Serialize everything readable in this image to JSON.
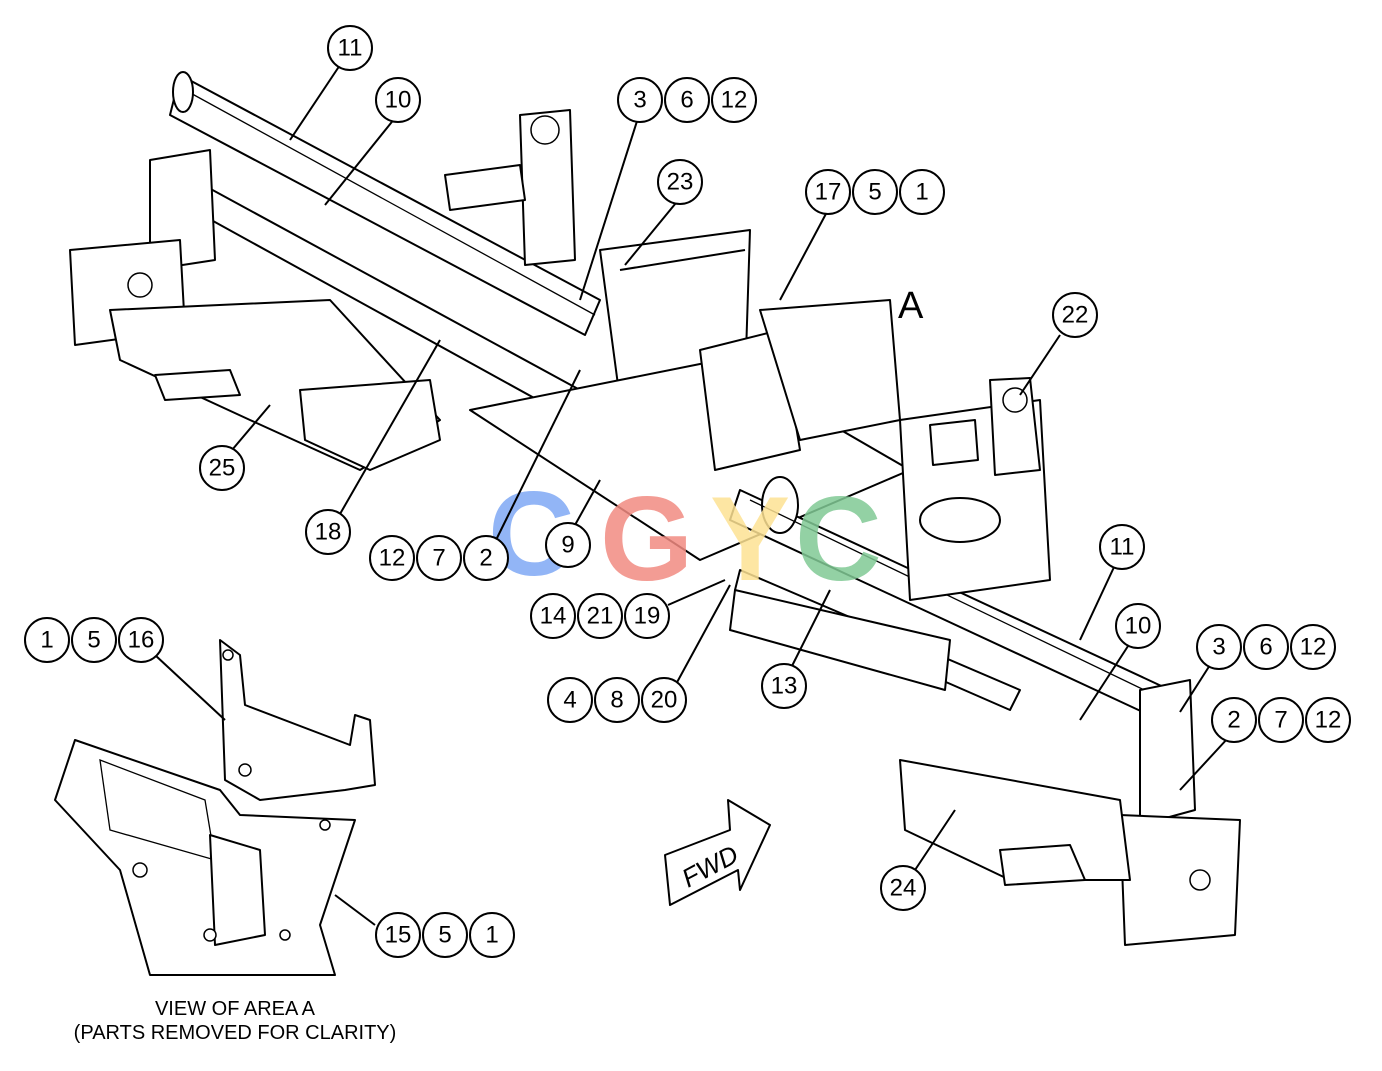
{
  "diagram": {
    "area_label": "A",
    "direction_label": "FWD",
    "watermark_letters": [
      "C",
      "G",
      "Y",
      "C"
    ],
    "watermark_colors": [
      "#7fa9f5",
      "#f28b82",
      "#fde293",
      "#81c995"
    ],
    "caption_line1": "VIEW OF AREA A",
    "caption_line2": "(PARTS REMOVED FOR CLARITY)",
    "callouts": [
      "11",
      "10",
      "3",
      "6",
      "12",
      "23",
      "17",
      "5",
      "1",
      "22",
      "25",
      "18",
      "12",
      "7",
      "2",
      "9",
      "14",
      "21",
      "19",
      "4",
      "8",
      "20",
      "13",
      "11",
      "10",
      "3",
      "6",
      "12",
      "2",
      "7",
      "12",
      "24",
      "1",
      "5",
      "16",
      "15",
      "5",
      "1"
    ]
  }
}
